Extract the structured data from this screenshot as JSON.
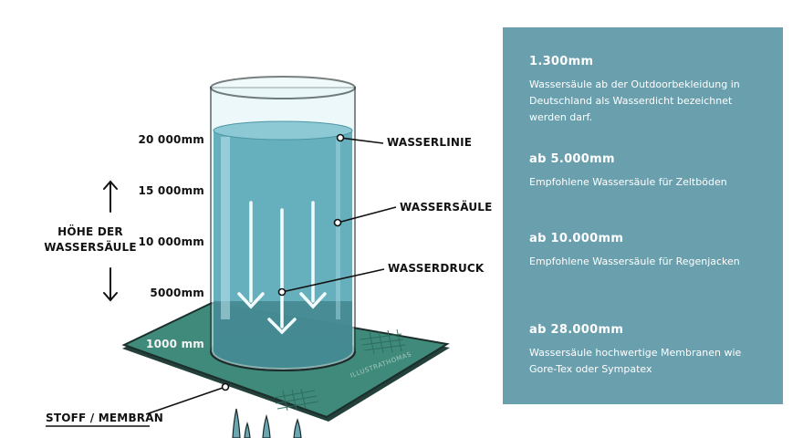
{
  "diagram": {
    "scale_labels": [
      "20 000mm",
      "15 000mm",
      "10 000mm",
      "5000mm",
      "1000 mm"
    ],
    "height_label": [
      "HÖHE DER",
      "WASSERSÄULE"
    ],
    "callouts": {
      "water_line": "WASSERLINIE",
      "water_column": "WASSERSÄULE",
      "water_pressure": "WASSERDRUCK",
      "fabric": "STOFF / MEMBRAN"
    },
    "watermark": "ILLUSTRATHOMAS"
  },
  "panel": {
    "entries": [
      {
        "title": "1.300mm",
        "text": "Wassersäule ab der Outdoorbekleidung in Deutschland als Wasserdicht bezeichnet werden darf."
      },
      {
        "title": "ab 5.000mm",
        "text": "Empfohlene Wassersäule für Zeltböden"
      },
      {
        "title": "ab 10.000mm",
        "text": "Empfohlene Wassersäule für Regenjacken"
      },
      {
        "title": "ab 28.000mm",
        "text": "Wassersäule hochwertige Membranen wie Gore-Tex oder Sympatex"
      }
    ]
  },
  "colors": {
    "panel_bg": "#6a9fad",
    "membrane": "#3f8a7a",
    "membrane_edge": "#1b2e2b",
    "water": "#5aa9b8",
    "glass": "#bfe7ef",
    "arrow": "#f2fbfd"
  }
}
